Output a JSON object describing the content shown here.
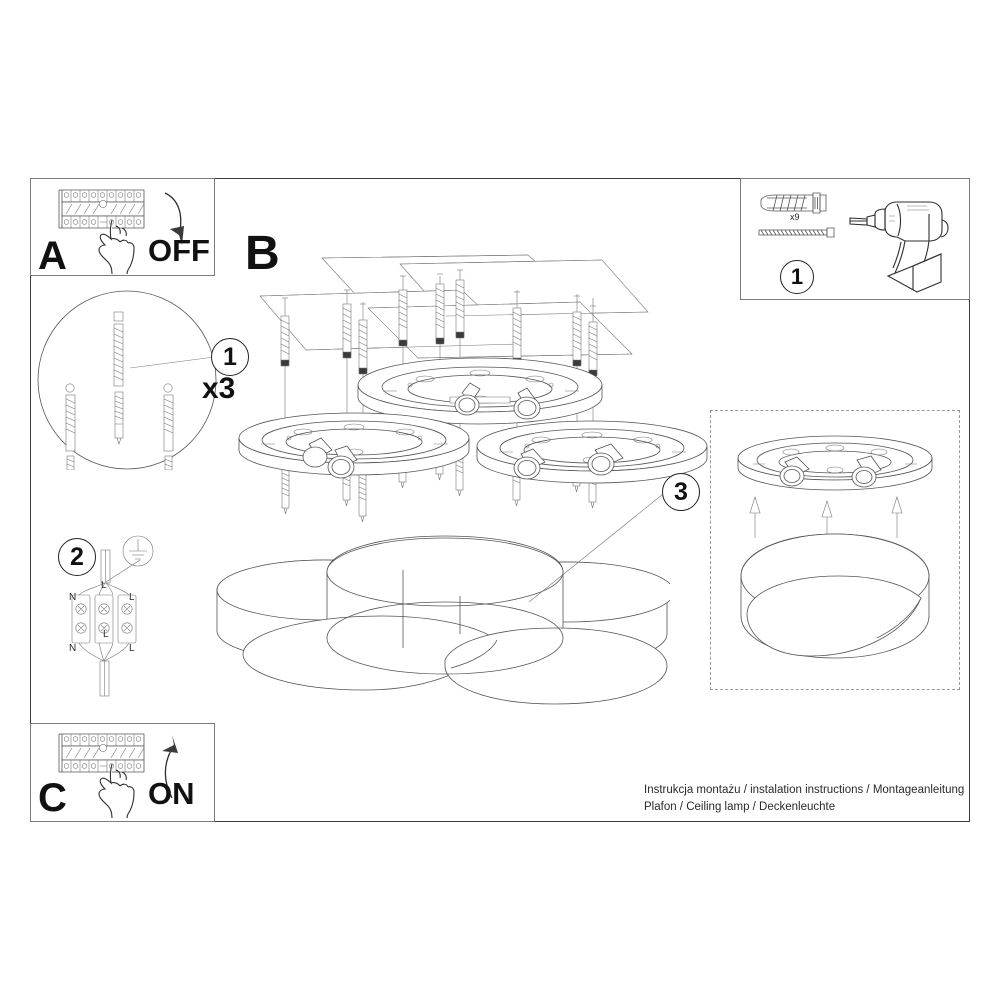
{
  "document": {
    "type": "installation-instruction-sheet",
    "product_line_1": "Instrukcja montażu / instalation instructions / Montageanleitung",
    "product_line_2": "Plafon / Ceiling lamp / Deckenleuchte"
  },
  "panels": {
    "a": {
      "letter": "A",
      "action_label": "OFF",
      "description": "Switch the circuit breaker off",
      "icons": [
        "circuit-breaker-icon",
        "hand-pressing-icon",
        "arrow-down-icon"
      ]
    },
    "b": {
      "letter": "B",
      "description": "Mount three base plates to the ceiling",
      "callout_1": "1",
      "callout_1_multiplier": "x3",
      "callout_3": "3",
      "icons": [
        "ceiling-plane-icon",
        "mounting-plate-icon",
        "screw-icon",
        "wall-plug-icon"
      ]
    },
    "c": {
      "letter": "C",
      "action_label": "ON",
      "description": "Switch the circuit breaker back on",
      "icons": [
        "circuit-breaker-icon",
        "hand-pressing-icon",
        "arrow-up-icon"
      ]
    },
    "parts": {
      "callout": "1",
      "plug_quantity": "x9",
      "description": "Drill holes, insert wall plugs and screws",
      "icons": [
        "wall-plug-icon",
        "screw-icon",
        "power-drill-icon"
      ]
    },
    "wiring": {
      "callout": "2",
      "description": "Connect the supply wires to the terminal block",
      "terminal_top_left": "N",
      "terminal_top_right": "L",
      "terminal_bottom_left": "N",
      "terminal_bottom_right": "L",
      "lead_label_top": "L",
      "lead_label_mid": "L",
      "icons": [
        "earth-ground-icon",
        "terminal-block-icon"
      ]
    },
    "detail": {
      "callout": "3",
      "description": "Attach the lamp shade to the mounted base plate",
      "icons": [
        "mounting-plate-icon",
        "lamp-shade-icon",
        "arrow-up-icon"
      ]
    }
  },
  "colors": {
    "ink": "#2f2f2f",
    "frame": "#3a3a3a",
    "panel_border": "#7c7c7c",
    "dashed_border": "#9a9a9a",
    "paper": "#ffffff"
  }
}
